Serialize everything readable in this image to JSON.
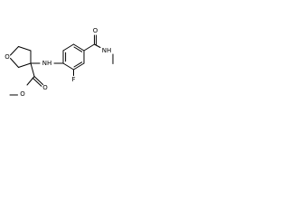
{
  "molecule": {
    "atoms": {
      "ring_oxygen": "O",
      "amine_nh": "NH",
      "ester_carbonyl_o": "O",
      "ester_o": "O",
      "fluorine": "F",
      "amide_carbonyl_o": "O",
      "amide_nh": "NH"
    },
    "bond_color": "#000000",
    "background": "#ffffff"
  }
}
